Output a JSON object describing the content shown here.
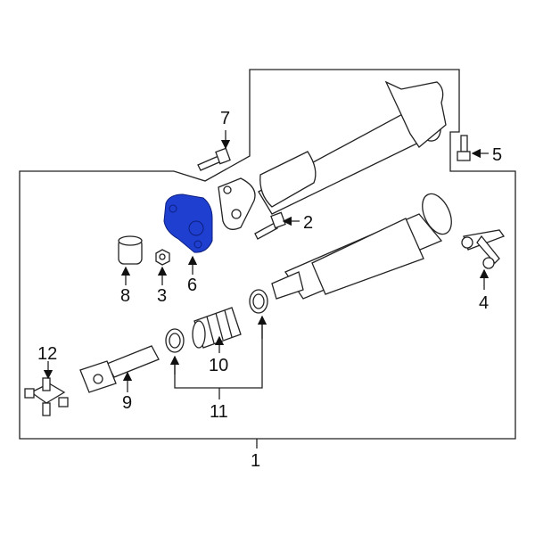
{
  "diagram": {
    "highlight_color": "#1f3fd0",
    "highlighted_part": "6",
    "callouts": [
      "1",
      "2",
      "3",
      "4",
      "5",
      "6",
      "7",
      "8",
      "9",
      "10",
      "11",
      "12"
    ]
  }
}
